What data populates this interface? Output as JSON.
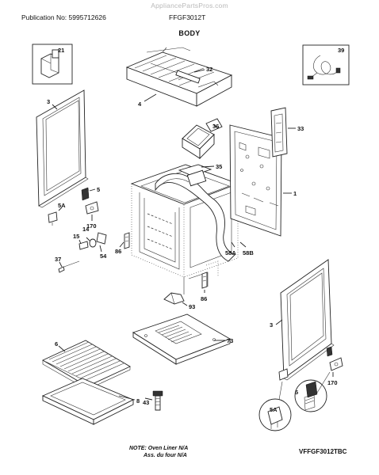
{
  "watermark": "AppliancePartsPros.com",
  "header": {
    "publication": "Publication No: 5995712626",
    "model": "FFGF3012T",
    "title": "BODY"
  },
  "callouts": {
    "c21": "21",
    "c39": "39",
    "c32": "32",
    "c4": "4",
    "c3_left": "3",
    "c36": "36",
    "c33": "33",
    "c35": "35",
    "c5_left": "5",
    "c1": "1",
    "c5a_left": "5A",
    "c170_left": "170",
    "c14": "14",
    "c15": "15",
    "c54": "54",
    "c86_left": "86",
    "c58a": "58A",
    "c58b": "58B",
    "c37": "37",
    "c93": "93",
    "c86_right": "86",
    "c3_right": "3",
    "c73": "73",
    "c6": "6",
    "c43": "43",
    "c8": "8",
    "c170_right": "170",
    "c5_right": "5",
    "c5a_right": "5A"
  },
  "footer": {
    "note_line1": "NOTE: Oven Liner N/A",
    "note_line2": "Ass. du four N/A",
    "code": "VFFGF3012TBC"
  }
}
